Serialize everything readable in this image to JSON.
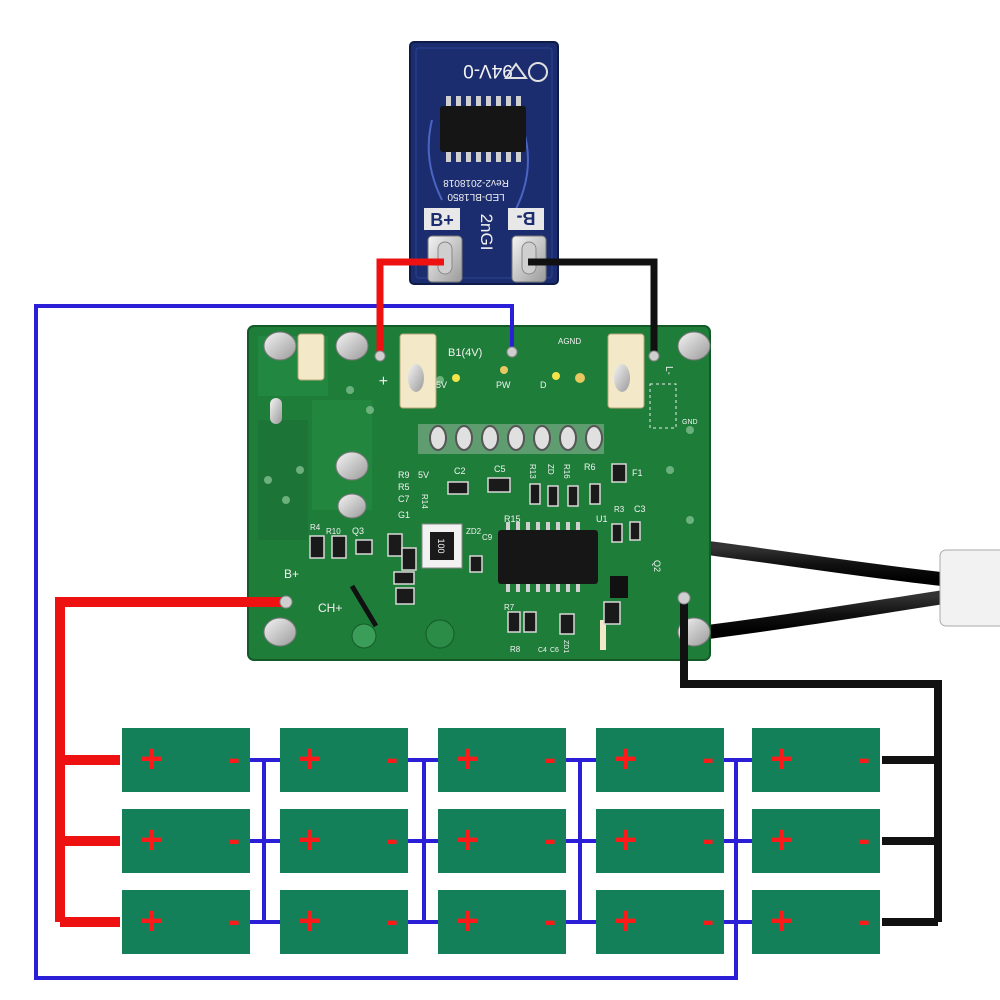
{
  "led_board": {
    "rating": "94V-0",
    "model_line1": "LED-BL1850",
    "model_line2": "Rev2-2018018",
    "marking": "2nGI",
    "pad_positive": "B+",
    "pad_negative": "B-"
  },
  "bms_board": {
    "labels": {
      "b1": "B1(4V)",
      "agnd": "AGND",
      "v5_top": "5V",
      "pw": "PW",
      "d": "D",
      "gnd": "GND",
      "l": "L-",
      "r9": "R9",
      "v5": "5V",
      "r5": "R5",
      "c7": "C7",
      "c2": "C2",
      "c5": "C5",
      "r13": "R13",
      "zd": "ZD",
      "r16": "R16",
      "r6": "R6",
      "f1": "F1",
      "r14": "R14",
      "g1": "G1",
      "r15": "R15",
      "u1": "U1",
      "r3": "R3",
      "c3": "C3",
      "r10": "R10",
      "r4": "R4",
      "q3": "Q3",
      "zd2": "ZD2",
      "c9": "C9",
      "res100": "100",
      "q2": "Q2",
      "b_plus": "B+",
      "ch_plus": "CH+",
      "r8": "R8",
      "r7": "R7",
      "c4": "C4",
      "c6": "C6",
      "zd1": "ZD1"
    }
  },
  "cells": {
    "positive_sign": "+",
    "negative_sign": "-"
  },
  "colors": {
    "positive_wire": "#ee1111",
    "negative_wire": "#111111",
    "series_link": "#2a1fd6",
    "cell_fill": "#13805a",
    "pcb_green": "#1f7d3a",
    "led_pcb_blue": "#1b2d6e"
  }
}
